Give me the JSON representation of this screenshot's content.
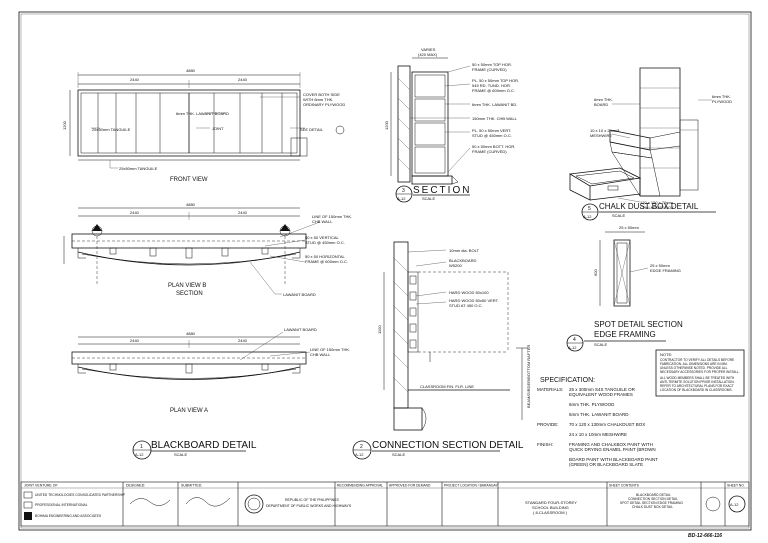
{
  "titles": {
    "front_view": "FRONT VIEW",
    "plan_b_1": "PLAN VIEW B",
    "plan_b_2": "SECTION",
    "plan_a": "PLAN VIEW A",
    "section": "SECTION",
    "chalk_box": "CHALK DUST BOX DETAIL",
    "spot_1": "SPOT DETAIL SECTION",
    "spot_2": "EDGE FRAMING",
    "blackboard": "BLACKBOARD DETAIL",
    "connection": "CONNECTION SECTION DETAIL"
  },
  "bubbles": {
    "blackboard": {
      "num": "1",
      "sheet": "A-12"
    },
    "connection": {
      "num": "2",
      "sheet": "A-12"
    },
    "section": {
      "num": "3",
      "sheet": "A-12"
    },
    "spot": {
      "num": "4",
      "sheet": "A-12"
    },
    "chalk_box": {
      "num": "5",
      "sheet": "A-12"
    }
  },
  "scale_note": "SCALE",
  "front": {
    "dim_total": "4880",
    "dim_left": "2440",
    "dim_right": "2440",
    "note_cover_1": "COVER BOTH SIDE",
    "note_cover_2": "WITH 6mm THK.",
    "note_cover_3": "ORDINARY PLYWOOD",
    "note_lawanit": "6mm THK. LAWANIT BOARD",
    "note_joint": "JOINT",
    "note_tanguile_1": "25x50mm TANGUILE",
    "note_tanguile_2": "25x50mm TANGUILE",
    "note_see_detail": "SEE DETAIL",
    "height": "1200"
  },
  "planb": {
    "dim_total": "4880",
    "dim_left": "2440",
    "dim_right": "2440",
    "note_line_1": "LINE OF 150mm THK.",
    "note_line_2": "CHB WALL",
    "note_stud_1": "50 x 50 VERTICAL",
    "note_stud_2": "STUD @ 450mm O.C.",
    "note_frame_1": "50 x 50 HORIZONTAL",
    "note_frame_2": "FRAME @ 600mm O.C.",
    "note_lawanit": "LAWANIT BOARD"
  },
  "plana": {
    "dim_total": "4880",
    "dim_left": "2440",
    "dim_right": "2440",
    "note_lawanit": "LAWANIT BOARD",
    "note_line_1": "LINE OF 150mm THK.",
    "note_line_2": "CHB WALL"
  },
  "section": {
    "top_1": "VARIES",
    "top_2": "(420 MAX)",
    "notes": [
      "50 x 50mm TOP HOR.",
      "FRAME (CURVED)",
      "PL. 50 x 50mm TOP HOR.",
      "545 RD. TUND. HOR.",
      "FRAME @ 600mm O.C.",
      "6mm THK. LAWANIT BD.",
      "150mm THK. CHB WALL",
      "PL. 50 x 50mm VERT.",
      "STUD @ 450mm O.C.",
      "50 x 50mm BOTT. HOR.",
      "FRAME (CURVED)"
    ],
    "side_dim": "1200"
  },
  "connection": {
    "notes": [
      "10mm dia. BOLT",
      "BLACKBOARD",
      "W5200",
      "HARD WOOD 50x100",
      "HARD WOOD 50x50 VERT.",
      "STUD AT 450 O.C."
    ],
    "classroom": "CLASSROOM FIN. FLR. LINE",
    "right_vertical": "BEAM/GIRDER/BOTTOM RAFTER",
    "side_dim": "1100"
  },
  "chalkbox": {
    "note_ply_1": "6mm THK.",
    "note_ply_2": "PLYWOOD",
    "note_board_1": "6mm THK.",
    "note_board_2": "BOARD",
    "note_mesh_1": "10 x 10 x 2mmØ",
    "note_mesh_2": "MESHWIRE",
    "note_box_1": "120 x 150 x 70mm",
    "note_box_2": "CHALKDUST BOX"
  },
  "spot": {
    "dim_h": "600",
    "dim_w": "25 x 50mm",
    "note_1": "25 x 50mm",
    "note_2": "EDGE FRAMING"
  },
  "spec": {
    "heading": "SPECIFICATION:",
    "materials_label": "MATERIALS:",
    "provide_label": "PROVIDE:",
    "finish_label": "FINISH:",
    "materials": [
      "25 x 300mm S4S TANGUILE OR",
      "EQUIVALENT WOOD FRAMES",
      "6mm THK. PLYWOOD",
      "6mm THK. LAWANIT BOARD"
    ],
    "provide": [
      "70 x 120 x 130mm CHALKDUST BOX",
      "24 x 10 x 10mm MESHWIRE"
    ],
    "finish": [
      "FRAMING AND CHALKBOX PAINT WITH",
      "QUICK DRYING ENAMEL PAINT (BROWN",
      "BOARD PAINT WITH BLACKBOARD PAINT",
      "(GREEN) OR BLACKBOARD SLATE"
    ]
  },
  "notebox": {
    "heading": "NOTE:",
    "lines": [
      "CONTRACTOR TO VERIFY ALL DETAILS BEFORE",
      "FABRICATION. ALL DIMENSIONS ARE IN MM.",
      "UNLESS OTHERWISE NOTED. PROVIDE ALL",
      "NECESSARY ACCESSORIES FOR PROPER INSTALL.",
      "ALL WOOD MEMBERS SHALL BE TREATED WITH",
      "ANTI-TERMITE SOLUTION PRIOR INSTALLATION.",
      "REFER TO ARCHITECTURAL PLANS FOR EXACT",
      "LOCATION OF BLACKBOARD IN CLASSROOMS."
    ]
  },
  "titleblock": {
    "jv_label": "JOINT VENTURE OF",
    "firm_1": "UNITED TECHNOLOGIES CONSOLIDATED PARTNERSHIP",
    "firm_2": "PROFESSIONAL INTERNATIONAL",
    "firm_3": "BOHIMA ENGINEERING AND ASSOCIATES",
    "designed": "DESIGNED:",
    "submitted": "SUBMITTED:",
    "dpwh_1": "REPUBLIC OF THE PHILIPPINES",
    "dpwh_2": "DEPARTMENT OF PUBLIC WORKS AND HIGHWAYS",
    "recommending": "RECOMMENDING APPROVAL",
    "approved": "APPROVED FOR DEMAND",
    "project": "PROJECT LOCATION / BARANGAY",
    "proj_1": "STANDARD FOUR-STOREY",
    "proj_2": "SCHOOL BUILDING",
    "proj_3": "( 8-CLASSROOM )",
    "sheet_contents": "SHEET CONTENTS",
    "contents_1": "BLACKBOARD DETAIL",
    "contents_2": "CONNECTION SECTION DETAIL",
    "contents_3": "SPOT DETAIL SECTION EDGE FRAMING",
    "contents_4": "CHALK DUST BOX DETAIL",
    "sheet_no": "SHEET NO.",
    "sheet_val": "A-12",
    "stamp": "BD-12-666-116"
  }
}
